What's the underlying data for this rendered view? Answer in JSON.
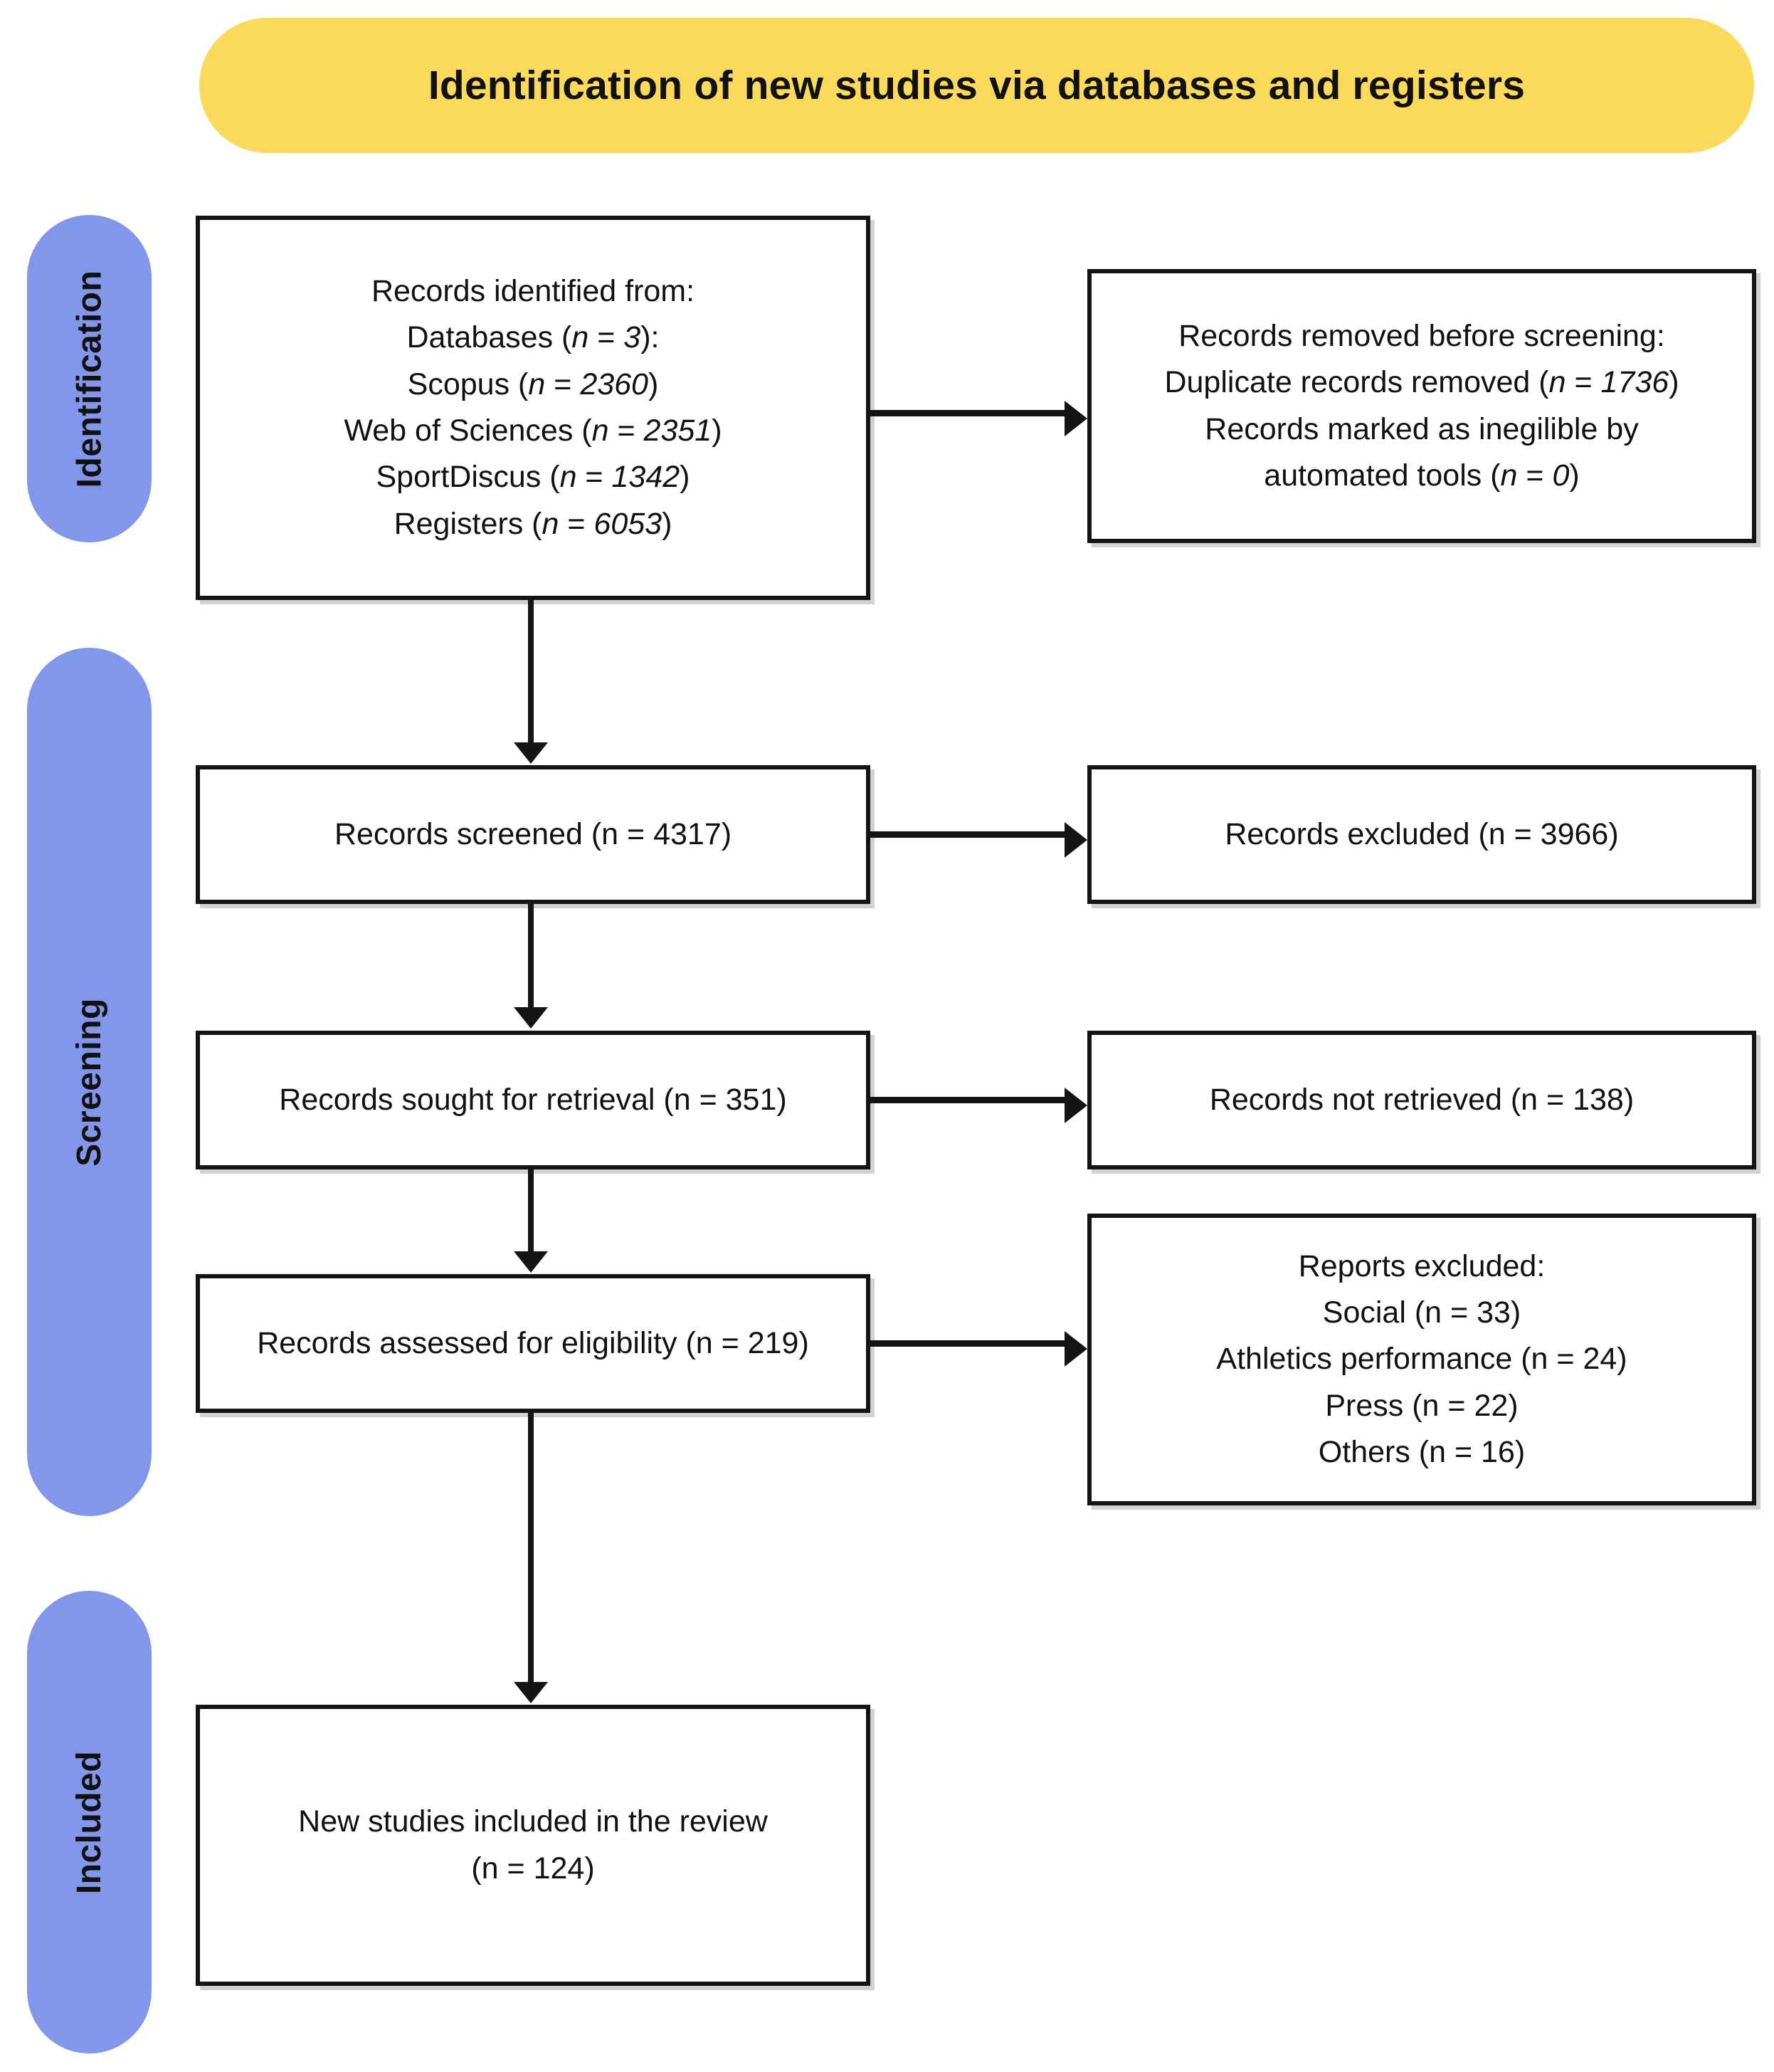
{
  "banner": {
    "title": "Identification of new studies via databases and registers",
    "color": "#FAD95B"
  },
  "stages": [
    {
      "name": "identification",
      "label": "Identification",
      "color": "#8296EA"
    },
    {
      "name": "screening",
      "label": "Screening",
      "color": "#8296EA"
    },
    {
      "name": "included",
      "label": "Included",
      "color": "#8296EA"
    }
  ],
  "boxes": {
    "identified": {
      "lines": [
        "Records identified from:",
        "Databases (n = 3):",
        "Scopus (n = 2360)",
        "Web of Sciences (n = 2351)",
        "SportDiscus (n = 1342)",
        "Registers (n = 6053)"
      ]
    },
    "removed": {
      "lines": [
        "Records removed before screening:",
        "Duplicate records removed (n = 1736)",
        "Records marked as inegilible by",
        "automated tools (n = 0)"
      ]
    },
    "screened": {
      "lines": [
        "Records screened (n = 4317)"
      ]
    },
    "excluded": {
      "lines": [
        "Records excluded (n = 3966)"
      ]
    },
    "sought": {
      "lines": [
        "Records sought for retrieval (n = 351)"
      ]
    },
    "notretrieved": {
      "lines": [
        "Records not retrieved (n = 138)"
      ]
    },
    "assessed": {
      "lines": [
        "Records assessed for eligibility (n = 219)"
      ]
    },
    "repexcluded": {
      "lines": [
        "Reports excluded:",
        "Social (n = 33)",
        "Athletics performance (n = 24)",
        "Press (n = 22)",
        "Others (n = 16)"
      ]
    },
    "included": {
      "lines": [
        "New studies included in the review",
        "(n = 124)"
      ]
    }
  },
  "chart_data": {
    "type": "flowchart",
    "title": "Identification of new studies via databases and registers",
    "nodes": [
      {
        "id": "identified",
        "stage": "Identification",
        "column": "left",
        "counts": {
          "databases": 3,
          "Scopus": 2360,
          "Web of Sciences": 2351,
          "SportDiscus": 1342,
          "Registers": 6053
        }
      },
      {
        "id": "removed",
        "stage": "Identification",
        "column": "right",
        "counts": {
          "duplicate_records_removed": 1736,
          "marked_ineligible_automated_tools": 0
        }
      },
      {
        "id": "screened",
        "stage": "Screening",
        "column": "left",
        "counts": {
          "n": 4317
        }
      },
      {
        "id": "excluded",
        "stage": "Screening",
        "column": "right",
        "counts": {
          "n": 3966
        }
      },
      {
        "id": "sought",
        "stage": "Screening",
        "column": "left",
        "counts": {
          "n": 351
        }
      },
      {
        "id": "notretrieved",
        "stage": "Screening",
        "column": "right",
        "counts": {
          "n": 138
        }
      },
      {
        "id": "assessed",
        "stage": "Screening",
        "column": "left",
        "counts": {
          "n": 219
        }
      },
      {
        "id": "repexcluded",
        "stage": "Screening",
        "column": "right",
        "counts": {
          "Social": 33,
          "Athletics performance": 24,
          "Press": 22,
          "Others": 16
        }
      },
      {
        "id": "included",
        "stage": "Included",
        "column": "left",
        "counts": {
          "n": 124
        }
      }
    ],
    "edges": [
      {
        "from": "identified",
        "to": "removed",
        "direction": "right"
      },
      {
        "from": "identified",
        "to": "screened",
        "direction": "down"
      },
      {
        "from": "screened",
        "to": "excluded",
        "direction": "right"
      },
      {
        "from": "screened",
        "to": "sought",
        "direction": "down"
      },
      {
        "from": "sought",
        "to": "notretrieved",
        "direction": "right"
      },
      {
        "from": "sought",
        "to": "assessed",
        "direction": "down"
      },
      {
        "from": "assessed",
        "to": "repexcluded",
        "direction": "right"
      },
      {
        "from": "assessed",
        "to": "included",
        "direction": "down"
      }
    ]
  }
}
